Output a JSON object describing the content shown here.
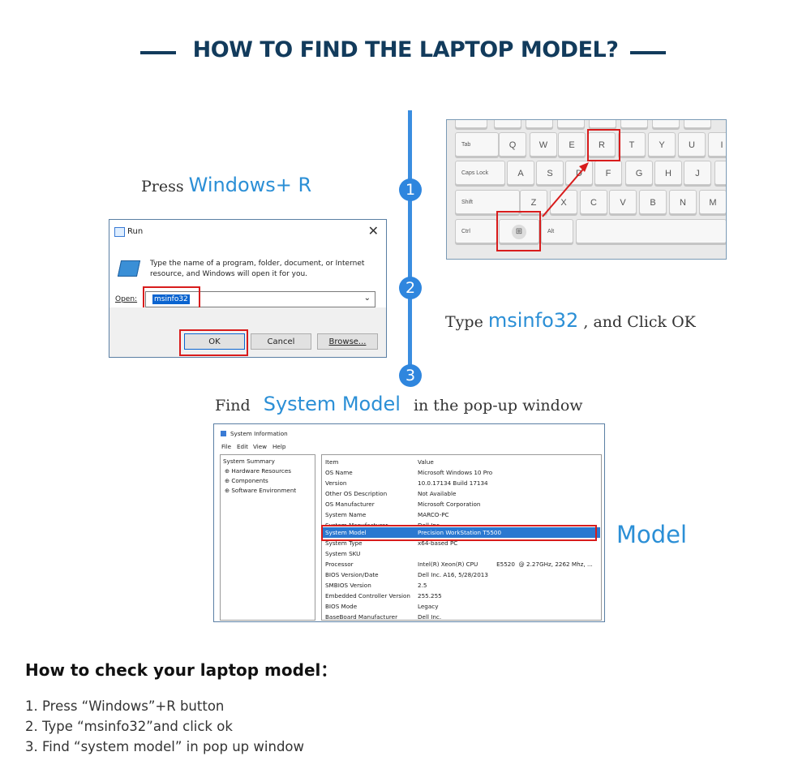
{
  "header": {
    "title": "HOW TO FIND THE LAPTOP MODEL?"
  },
  "steps": [
    {
      "number": "1",
      "caption_prefix": "Press",
      "caption_highlight": "Windows+ R",
      "caption_suffix": ""
    },
    {
      "number": "2",
      "caption_prefix": "Type",
      "caption_highlight": "msinfo32",
      "caption_suffix": ", and Click OK"
    },
    {
      "number": "3",
      "caption_prefix": "Find",
      "caption_highlight": "System Model",
      "caption_suffix": "in the pop-up window"
    }
  ],
  "model_label": "Model",
  "keyboard": {
    "row1": [
      "Tab",
      "Q",
      "W",
      "E",
      "R",
      "T",
      "Y",
      "U",
      "I"
    ],
    "row2": [
      "Caps Lock",
      "A",
      "S",
      "D",
      "F",
      "G",
      "H",
      "J"
    ],
    "row3": [
      "Shift",
      "Z",
      "X",
      "C",
      "V",
      "B",
      "N",
      "M"
    ],
    "row4": [
      "Ctrl",
      "Alt"
    ],
    "highlighted_keys": [
      "R",
      "Windows"
    ]
  },
  "run_dialog": {
    "title": "Run",
    "message": "Type the name of a program, folder, document, or Internet resource, and Windows will open it for you.",
    "open_label": "Open:",
    "open_value": "msinfo32",
    "ok_label": "OK",
    "cancel_label": "Cancel",
    "browse_label": "Browse..."
  },
  "system_info": {
    "title": "System Information",
    "menu": [
      "File",
      "Edit",
      "View",
      "Help"
    ],
    "tree": [
      "System Summary",
      "Hardware Resources",
      "Components",
      "Software Environment"
    ],
    "columns": [
      "Item",
      "Value"
    ],
    "rows": [
      {
        "item": "OS Name",
        "value": "Microsoft Windows 10 Pro"
      },
      {
        "item": "Version",
        "value": "10.0.17134 Build 17134"
      },
      {
        "item": "Other OS Description",
        "value": "Not Available"
      },
      {
        "item": "OS Manufacturer",
        "value": "Microsoft Corporation"
      },
      {
        "item": "System Name",
        "value": "MARCO-PC"
      },
      {
        "item": "System Manufacturer",
        "value": "Dell Inc."
      },
      {
        "item": "System Model",
        "value": "Precision WorkStation T5500"
      },
      {
        "item": "System Type",
        "value": "x64-based PC"
      },
      {
        "item": "System SKU",
        "value": ""
      },
      {
        "item": "Processor",
        "value": "Intel(R) Xeon(R) CPU          E5520  @ 2.27GHz, 2262 Mhz, ..."
      },
      {
        "item": "BIOS Version/Date",
        "value": "Dell Inc. A16, 5/28/2013"
      },
      {
        "item": "SMBIOS Version",
        "value": "2.5"
      },
      {
        "item": "Embedded Controller Version",
        "value": "255.255"
      },
      {
        "item": "BIOS Mode",
        "value": "Legacy"
      },
      {
        "item": "BaseBoard Manufacturer",
        "value": "Dell Inc."
      }
    ],
    "selected_row": "System Model"
  },
  "instructions": {
    "heading": "How to check your laptop model：",
    "steps": [
      "1. Press  “Windows”+R button",
      "2. Type “msinfo32”and click ok",
      "3. Find  “system model”  in pop up window"
    ]
  },
  "colors": {
    "header": "#123b5c",
    "accent": "#2b8fd6",
    "highlight_box": "#d81c1c",
    "selection": "#2a78d0"
  }
}
